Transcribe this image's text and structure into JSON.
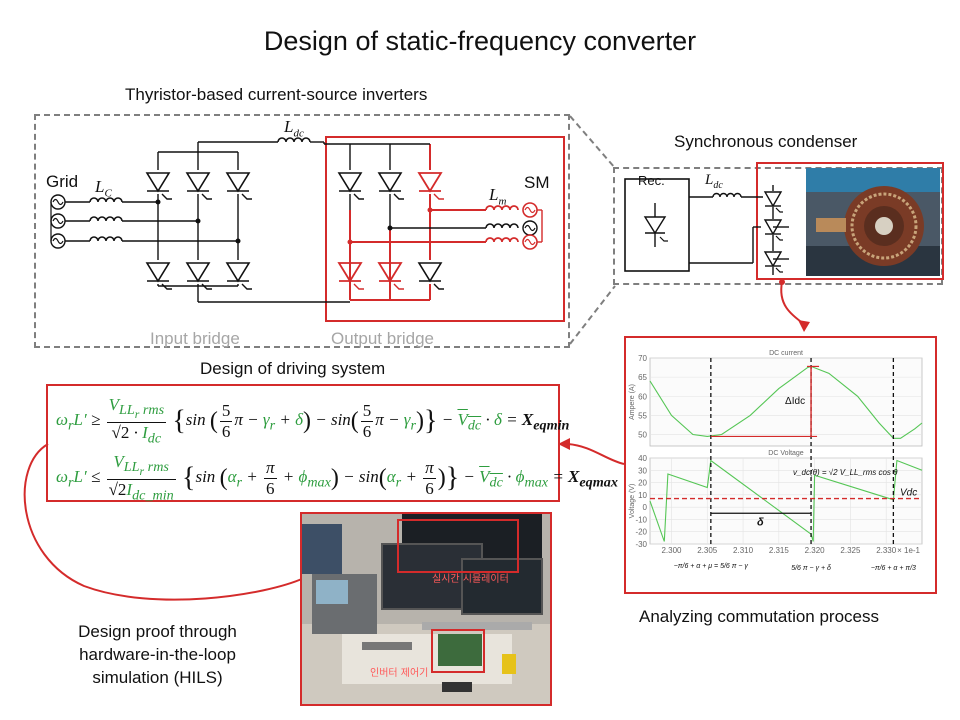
{
  "title": "Design of static-frequency converter",
  "inverter": {
    "heading": "Thyristor-based current-source inverters",
    "grid_label": "Grid",
    "lc_label": "L",
    "lc_sub": "C",
    "ldc_label": "L",
    "ldc_sub": "dc",
    "lm_label": "L",
    "lm_sub": "m",
    "sm_label": "SM",
    "input_bridge": "Input bridge",
    "output_bridge": "Output bridge"
  },
  "condenser": {
    "heading": "Synchronous condenser",
    "rec_label": "Rec.",
    "ldc_label": "L",
    "ldc_sub": "dc"
  },
  "driving": {
    "heading": "Design of driving system",
    "eq1_result": "X",
    "eq1_result_sub": "eqmin",
    "eq2_result": "X",
    "eq2_result_sub": "eqmax"
  },
  "hils": {
    "caption_lines": [
      "Design proof through",
      "hardware-in-the-loop",
      "simulation (HILS)"
    ],
    "label_simulator": "실시간 시뮬레이터",
    "label_controller": "인버터 제어기"
  },
  "commutation": {
    "caption": "Analyzing commutation process",
    "plot1_title": "DC current",
    "plot1_ylabel": "Ampere (A)",
    "plot2_title": "DC Voltage",
    "plot2_ylabel": "Voltage (V)",
    "delta_i_label": "ΔI",
    "delta_i_sub": "dc",
    "vdc_label": "V",
    "vdc_sub": "dc",
    "delta_label": "δ",
    "x_multiplier": "× 1e-1",
    "series_color_current": "#55c655",
    "series_color_voltage": "#55c655",
    "marker_color": "#d42b2b",
    "formula_text": "v_dc(θ) = √2 V_LL_rms cos θ",
    "angle_labels": [
      "−π/6 + α + μ = 5/6 π − γ",
      "5/6 π − γ + δ",
      "−π/6 + α + π/3"
    ]
  },
  "chart_data": [
    {
      "type": "line",
      "title": "DC current",
      "ylabel": "Ampere (A)",
      "xlim": [
        2.297,
        2.335
      ],
      "ylim": [
        47,
        70
      ],
      "yticks": [
        50,
        55,
        60,
        65,
        70
      ],
      "series": [
        {
          "values": [
            [
              2.297,
              64
            ],
            [
              2.3,
              55
            ],
            [
              2.303,
              50
            ],
            [
              2.305,
              49.5
            ],
            [
              2.307,
              50
            ],
            [
              2.311,
              55
            ],
            [
              2.315,
              62
            ],
            [
              2.319,
              67.5
            ],
            [
              2.3195,
              67.8
            ],
            [
              2.322,
              66
            ],
            [
              2.326,
              60
            ],
            [
              2.329,
              53
            ],
            [
              2.331,
              49
            ],
            [
              2.332,
              49
            ],
            [
              2.334,
              51.5
            ],
            [
              2.335,
              53
            ]
          ]
        }
      ]
    },
    {
      "type": "line",
      "title": "DC Voltage",
      "ylabel": "Voltage (V)",
      "xlim": [
        2.297,
        2.335
      ],
      "ylim": [
        -30,
        40
      ],
      "xticks": [
        2.3,
        2.305,
        2.31,
        2.315,
        2.32,
        2.325,
        2.33
      ],
      "yticks": [
        -30,
        -20,
        -10,
        0,
        10,
        20,
        30,
        40
      ],
      "series": [
        {
          "values": [
            [
              2.297,
              5
            ],
            [
              2.299,
              -28
            ],
            [
              2.2995,
              27
            ],
            [
              2.305,
              16
            ],
            [
              2.3055,
              38
            ],
            [
              2.3195,
              -22
            ],
            [
              2.3198,
              -28
            ],
            [
              2.32,
              26
            ],
            [
              2.331,
              6
            ],
            [
              2.3315,
              38
            ],
            [
              2.335,
              30
            ]
          ]
        }
      ]
    }
  ]
}
